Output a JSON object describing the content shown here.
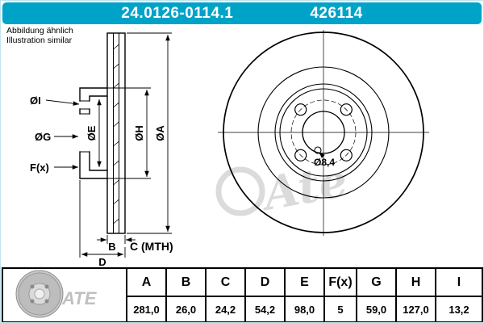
{
  "header": {
    "part_number": "24.0126-0114.1",
    "article_number": "426114"
  },
  "note": {
    "line1": "Abbildung ähnlich",
    "line2": "Illustration similar"
  },
  "colors": {
    "header_bg": "#00A3C8",
    "line": "#000000",
    "watermark": "#bfbfbf"
  },
  "drawing": {
    "watermark_text": "Ate",
    "photo_watermark": "ATE",
    "labels": {
      "dia_i": "ØI",
      "dia_g": "ØG",
      "dia_e": "ØE",
      "dia_h": "ØH",
      "dia_a": "ØA",
      "f": "F(x)",
      "b": "B",
      "c": "C (MTH)",
      "d": "D",
      "hole": "Ø8,4"
    }
  },
  "table": {
    "columns": [
      "A",
      "B",
      "C",
      "D",
      "E",
      "F(x)",
      "G",
      "H",
      "I"
    ],
    "values": [
      "281,0",
      "26,0",
      "24,2",
      "54,2",
      "98,0",
      "5",
      "59,0",
      "127,0",
      "13,2"
    ]
  }
}
